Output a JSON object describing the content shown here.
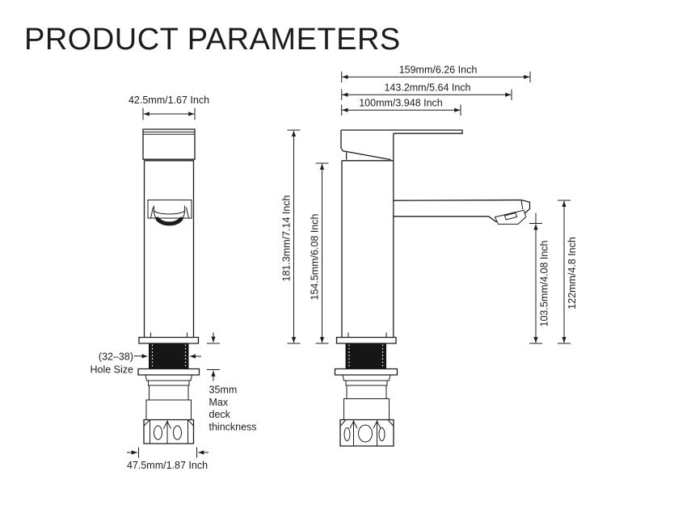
{
  "title": "PRODUCT PARAMETERS",
  "colors": {
    "ink": "#1c1c1c",
    "background": "#ffffff"
  },
  "front_view": {
    "top_width": "42.5mm/1.67 Inch",
    "base_width": "47.5mm/1.87 Inch",
    "hole_size": {
      "line1": "(32–38)",
      "line2": "Hole Size"
    },
    "deck_thickness": {
      "line1": "35mm",
      "line2": "Max",
      "line3": "deck",
      "line4": "thinckness"
    }
  },
  "side_view": {
    "spout_reach_total": "159mm/6.26 Inch",
    "spout_reach": "143.2mm/5.64 Inch",
    "handle_length": "100mm/3.948 Inch",
    "total_height": "181.3mm/7.14 Inch",
    "body_height": "154.5mm/6.08 Inch",
    "aerator_clearance": "103.5mm/4.08 Inch",
    "spout_top_height": "122mm/4.8 Inch"
  }
}
